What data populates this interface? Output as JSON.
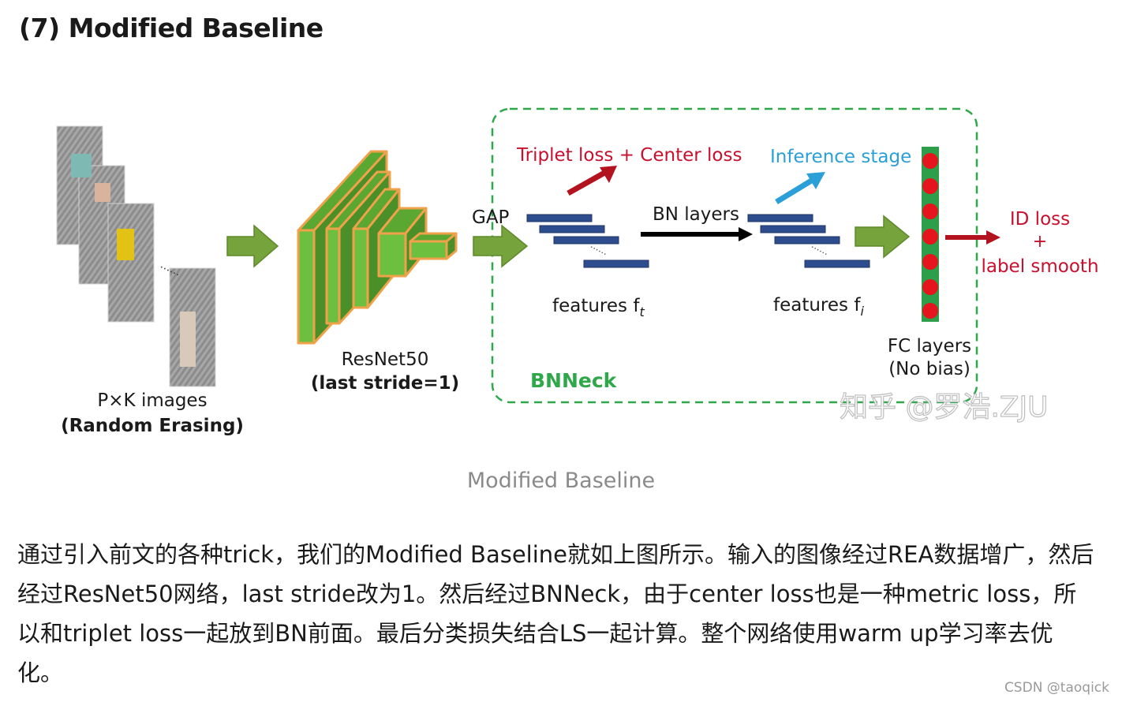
{
  "heading": "(7) Modified Baseline",
  "figure": {
    "images_label": "P×K images",
    "images_sublabel": "(Random Erasing)",
    "dots": "......",
    "backbone_label": "ResNet50",
    "backbone_sublabel": "(last stride=1)",
    "gap_label": "GAP",
    "triplet_center_label": "Triplet loss + Center loss",
    "bn_layers_label": "BN layers",
    "inference_label": "Inference stage",
    "features_t": "features f",
    "features_t_sub": "t",
    "features_i": "features f",
    "features_i_sub": "i",
    "bnneck_label": "BNNeck",
    "fc_label": "FC layers",
    "fc_sublabel": "(No bias)",
    "id_loss_label": "ID loss",
    "plus_label": "+",
    "label_smooth_label": "label smooth",
    "zhihu_watermark": "知乎 @罗浩.ZJU",
    "colors": {
      "green_arrow": "#76a33c",
      "block_fill": "#5aa832",
      "block_edge": "#f0a24a",
      "dashed_box": "#2fa84a",
      "bar": "#2e4d8f",
      "red": "#c8102e",
      "blue": "#2a9fd8",
      "fc_green": "#2d9e4a",
      "fc_dot": "#e5141e"
    }
  },
  "caption": "Modified Baseline",
  "paragraph": "通过引入前文的各种trick，我们的Modified Baseline就如上图所示。输入的图像经过REA数据增广，然后经过ResNet50网络，last stride改为1。然后经过BNNeck，由于center loss也是一种metric loss，所以和triplet loss一起放到BN前面。最后分类损失结合LS一起计算。整个网络使用warm up学习率去优化。",
  "csdn_watermark": "CSDN @taoqick"
}
